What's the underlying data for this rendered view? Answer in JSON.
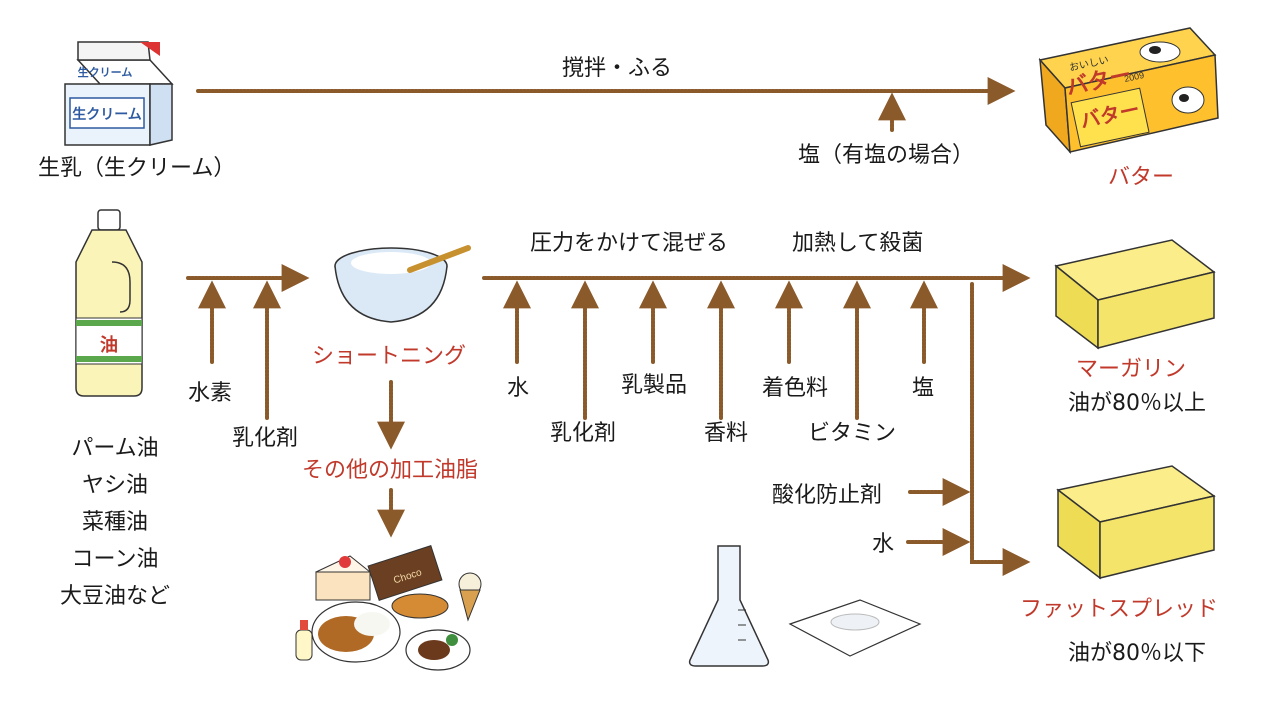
{
  "labels": {
    "milk_source": "生乳（生クリーム）",
    "churn": "撹拌・ふる",
    "salt_salted": "塩（有塩の場合）",
    "butter": "バター",
    "oils": [
      "パーム油",
      "ヤシ油",
      "菜種油",
      "コーン油",
      "大豆油など"
    ],
    "hydrogen": "水素",
    "emulsifier_left": "乳化剤",
    "shortening": "ショートニング",
    "other_fats": "その他の加工油脂",
    "pressure_mix": "圧力をかけて混ぜる",
    "heat_sterilize": "加熱して殺菌",
    "water_top": "水",
    "emulsifier_mid": "乳化剤",
    "dairy": "乳製品",
    "flavor": "香料",
    "coloring": "着色料",
    "vitamin": "ビタミン",
    "salt": "塩",
    "margarine": "マーガリン",
    "margarine_note": "油が80％以上",
    "antioxidant": "酸化防止剤",
    "water_bottom": "水",
    "fat_spread": "ファットスプレッド",
    "fat_spread_note": "油が80％以下"
  },
  "pictures": {
    "milk_carton_text": "生クリーム",
    "oil_bottle_text": "油",
    "butter_box_small": "おいしい",
    "butter_box_big": "バター",
    "butter_box_year": "2009",
    "chocolate_text": "Choco"
  },
  "colors": {
    "arrow": "#8b5a2b",
    "accent_red": "#c0392b",
    "butter_yellow": "#f5e46a",
    "box_orange": "#f5a623"
  }
}
